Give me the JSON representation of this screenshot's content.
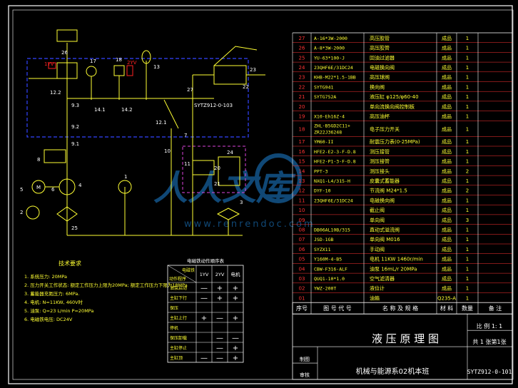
{
  "colors": {
    "background": "#000000",
    "frame": "#ffffff",
    "table_text": "#ff3333",
    "part_text": "#ffff33",
    "table_grid": "#ff3333",
    "circuit": "#ffff33",
    "dashed_box": "#3344ff",
    "component_red": "#ff2222",
    "label_white": "#ffffff",
    "watermark": "#1a6fb5"
  },
  "parts_table": {
    "rows": [
      {
        "no": "27",
        "code": "A-16*3W-2000",
        "name": "高压胶管",
        "material": "成品",
        "qty": "1"
      },
      {
        "no": "26",
        "code": "A-8*3W-2000",
        "name": "高压胶管",
        "material": "成品",
        "qty": "1"
      },
      {
        "no": "25",
        "code": "YU-63*100-J",
        "name": "回油过滤器",
        "material": "成品",
        "qty": "1"
      },
      {
        "no": "24",
        "code": "23QHF6E/31DC24",
        "name": "电磁换向阀",
        "material": "成品",
        "qty": "1"
      },
      {
        "no": "23",
        "code": "KHB-M22*1.5-1BB",
        "name": "高压球阀",
        "material": "成品",
        "qty": "1"
      },
      {
        "no": "22",
        "code": "SYTG941",
        "name": "换向阀",
        "material": "成品",
        "qty": "1"
      },
      {
        "no": "21",
        "code": "SYTG752A",
        "name": "液压缸 φ125/φ60-40",
        "material": "成品",
        "qty": "1"
      },
      {
        "no": "20",
        "code": "",
        "name": "单向流换向阀控制板",
        "material": "成品",
        "qty": "1"
      },
      {
        "no": "19",
        "code": "X10-Eh16Z-4",
        "name": "高压油杯",
        "material": "成品",
        "qty": "1"
      },
      {
        "no": "18",
        "code": "ZHL-B5GD2C11+ ZR22J36248",
        "name": "电子压力开关",
        "material": "成品",
        "qty": "1"
      },
      {
        "no": "17",
        "code": "YM60-II",
        "name": "耐震压力表(0-25MPa)",
        "material": "成品",
        "qty": "1"
      },
      {
        "no": "16",
        "code": "HFE2-E2-3-F-D.8",
        "name": "测压接管",
        "material": "成品",
        "qty": "1"
      },
      {
        "no": "15",
        "code": "HFE2-P1-3-F-D.8",
        "name": "测压接管",
        "material": "成品",
        "qty": "1"
      },
      {
        "no": "14",
        "code": "PPT-3",
        "name": "测压接头",
        "material": "成品",
        "qty": "2"
      },
      {
        "no": "13",
        "code": "NXQ1-L4/315-H",
        "name": "皮囊式蓄能器",
        "material": "成品",
        "qty": "1"
      },
      {
        "no": "12",
        "code": "DYF-10",
        "name": "节流阀 M24*1.5",
        "material": "成品",
        "qty": "2"
      },
      {
        "no": "11",
        "code": "23QHF6E/31DC24",
        "name": "电磁换向阀",
        "material": "成品",
        "qty": "1"
      },
      {
        "no": "10",
        "code": "",
        "name": "截止阀",
        "material": "成品",
        "qty": "1"
      },
      {
        "no": "09",
        "code": "",
        "name": "单向阀",
        "material": "成品",
        "qty": "3"
      },
      {
        "no": "08",
        "code": "DB06AL10B/315",
        "name": "直动式溢流阀",
        "material": "成品",
        "qty": "1"
      },
      {
        "no": "07",
        "code": "JSD-1GB",
        "name": "单向阀 M016",
        "material": "成品",
        "qty": "1"
      },
      {
        "no": "06",
        "code": "SYZX11",
        "name": "手动阀",
        "material": "成品",
        "qty": "1"
      },
      {
        "no": "05",
        "code": "Y160M-4-B5",
        "name": "电机 11KW 1460r/min",
        "material": "成品",
        "qty": "1"
      },
      {
        "no": "04",
        "code": "CBW-F316-ALF",
        "name": "油泵 16mL/r 20MPa",
        "material": "成品",
        "qty": "1"
      },
      {
        "no": "03",
        "code": "QUQ1-10*1.0",
        "name": "空气滤清器",
        "material": "成品",
        "qty": "1"
      },
      {
        "no": "02",
        "code": "YWZ-200T",
        "name": "液位计",
        "material": "成品",
        "qty": "1"
      },
      {
        "no": "01",
        "code": "",
        "name": "油箱",
        "material": "Q235-A",
        "qty": "1"
      }
    ],
    "header": {
      "no": "序号",
      "code": "图 号 代 号",
      "name": "名 称 及 规 格",
      "material": "材 料",
      "qty": "数量",
      "remark": "备 注"
    }
  },
  "title_block": {
    "title": "液 压 原 理 图",
    "scale": "比 例 1: 1",
    "sheets": "共 1 张第1张",
    "org": "机械与能源系02机本班",
    "drawing_no": "SYTZ912-0-101",
    "drawn": "制图",
    "checked": "审核"
  },
  "solenoid_table": {
    "title": "电磁铁动作顺序表",
    "corner_top": "电磁铁",
    "corner_bottom": "动作程序",
    "cols": [
      "1YV",
      "2YV",
      "电机"
    ],
    "rows": [
      {
        "label": "油泵启动",
        "cells": [
          "—",
          "+",
          "+"
        ]
      },
      {
        "label": "主缸下行",
        "cells": [
          "—",
          "+",
          "+"
        ]
      },
      {
        "label": "保压",
        "cells": [
          "",
          "",
          ""
        ]
      },
      {
        "label": "主缸上行",
        "cells": [
          "+",
          "—",
          "+"
        ]
      },
      {
        "label": "停机",
        "cells": [
          "",
          "",
          ""
        ]
      },
      {
        "label": "保压卸载",
        "cells": [
          "",
          "—",
          "—"
        ]
      },
      {
        "label": "主缸停止",
        "cells": [
          "",
          "—",
          "+"
        ]
      },
      {
        "label": "主缸顶",
        "cells": [
          "—",
          "—",
          "+"
        ]
      }
    ]
  },
  "tech_req": {
    "title": "技术要求",
    "items": [
      "1. 系统压力: 20MPa",
      "2. 压力开关工作状态: 额定工作压力上限为20MPa; 额定工作压力下限为18MPa",
      "3. 蓄能器充氮压力: 6MPa.",
      "4. 电机: N=11KW, 460V时",
      "5. 油泵: Q=23 L/min P=20MPa",
      "6. 电磁铁电压: DC24V"
    ]
  },
  "circuit_labels": {
    "box_code": "SYTZ912-0-103",
    "numbers": [
      "26",
      "12.2",
      "18",
      "17",
      "13",
      "23",
      "22",
      "27",
      "9.3",
      "14.1",
      "14.2",
      "12.1",
      "9.2",
      "9.1",
      "7",
      "10",
      "11",
      "20",
      "24",
      "21",
      "6",
      "5",
      "4",
      "3",
      "2",
      "25",
      "8",
      "1YV",
      "2YV",
      "1",
      "M"
    ]
  },
  "watermark": {
    "url": "www.renrendoc.com",
    "logo": "人人文库"
  }
}
